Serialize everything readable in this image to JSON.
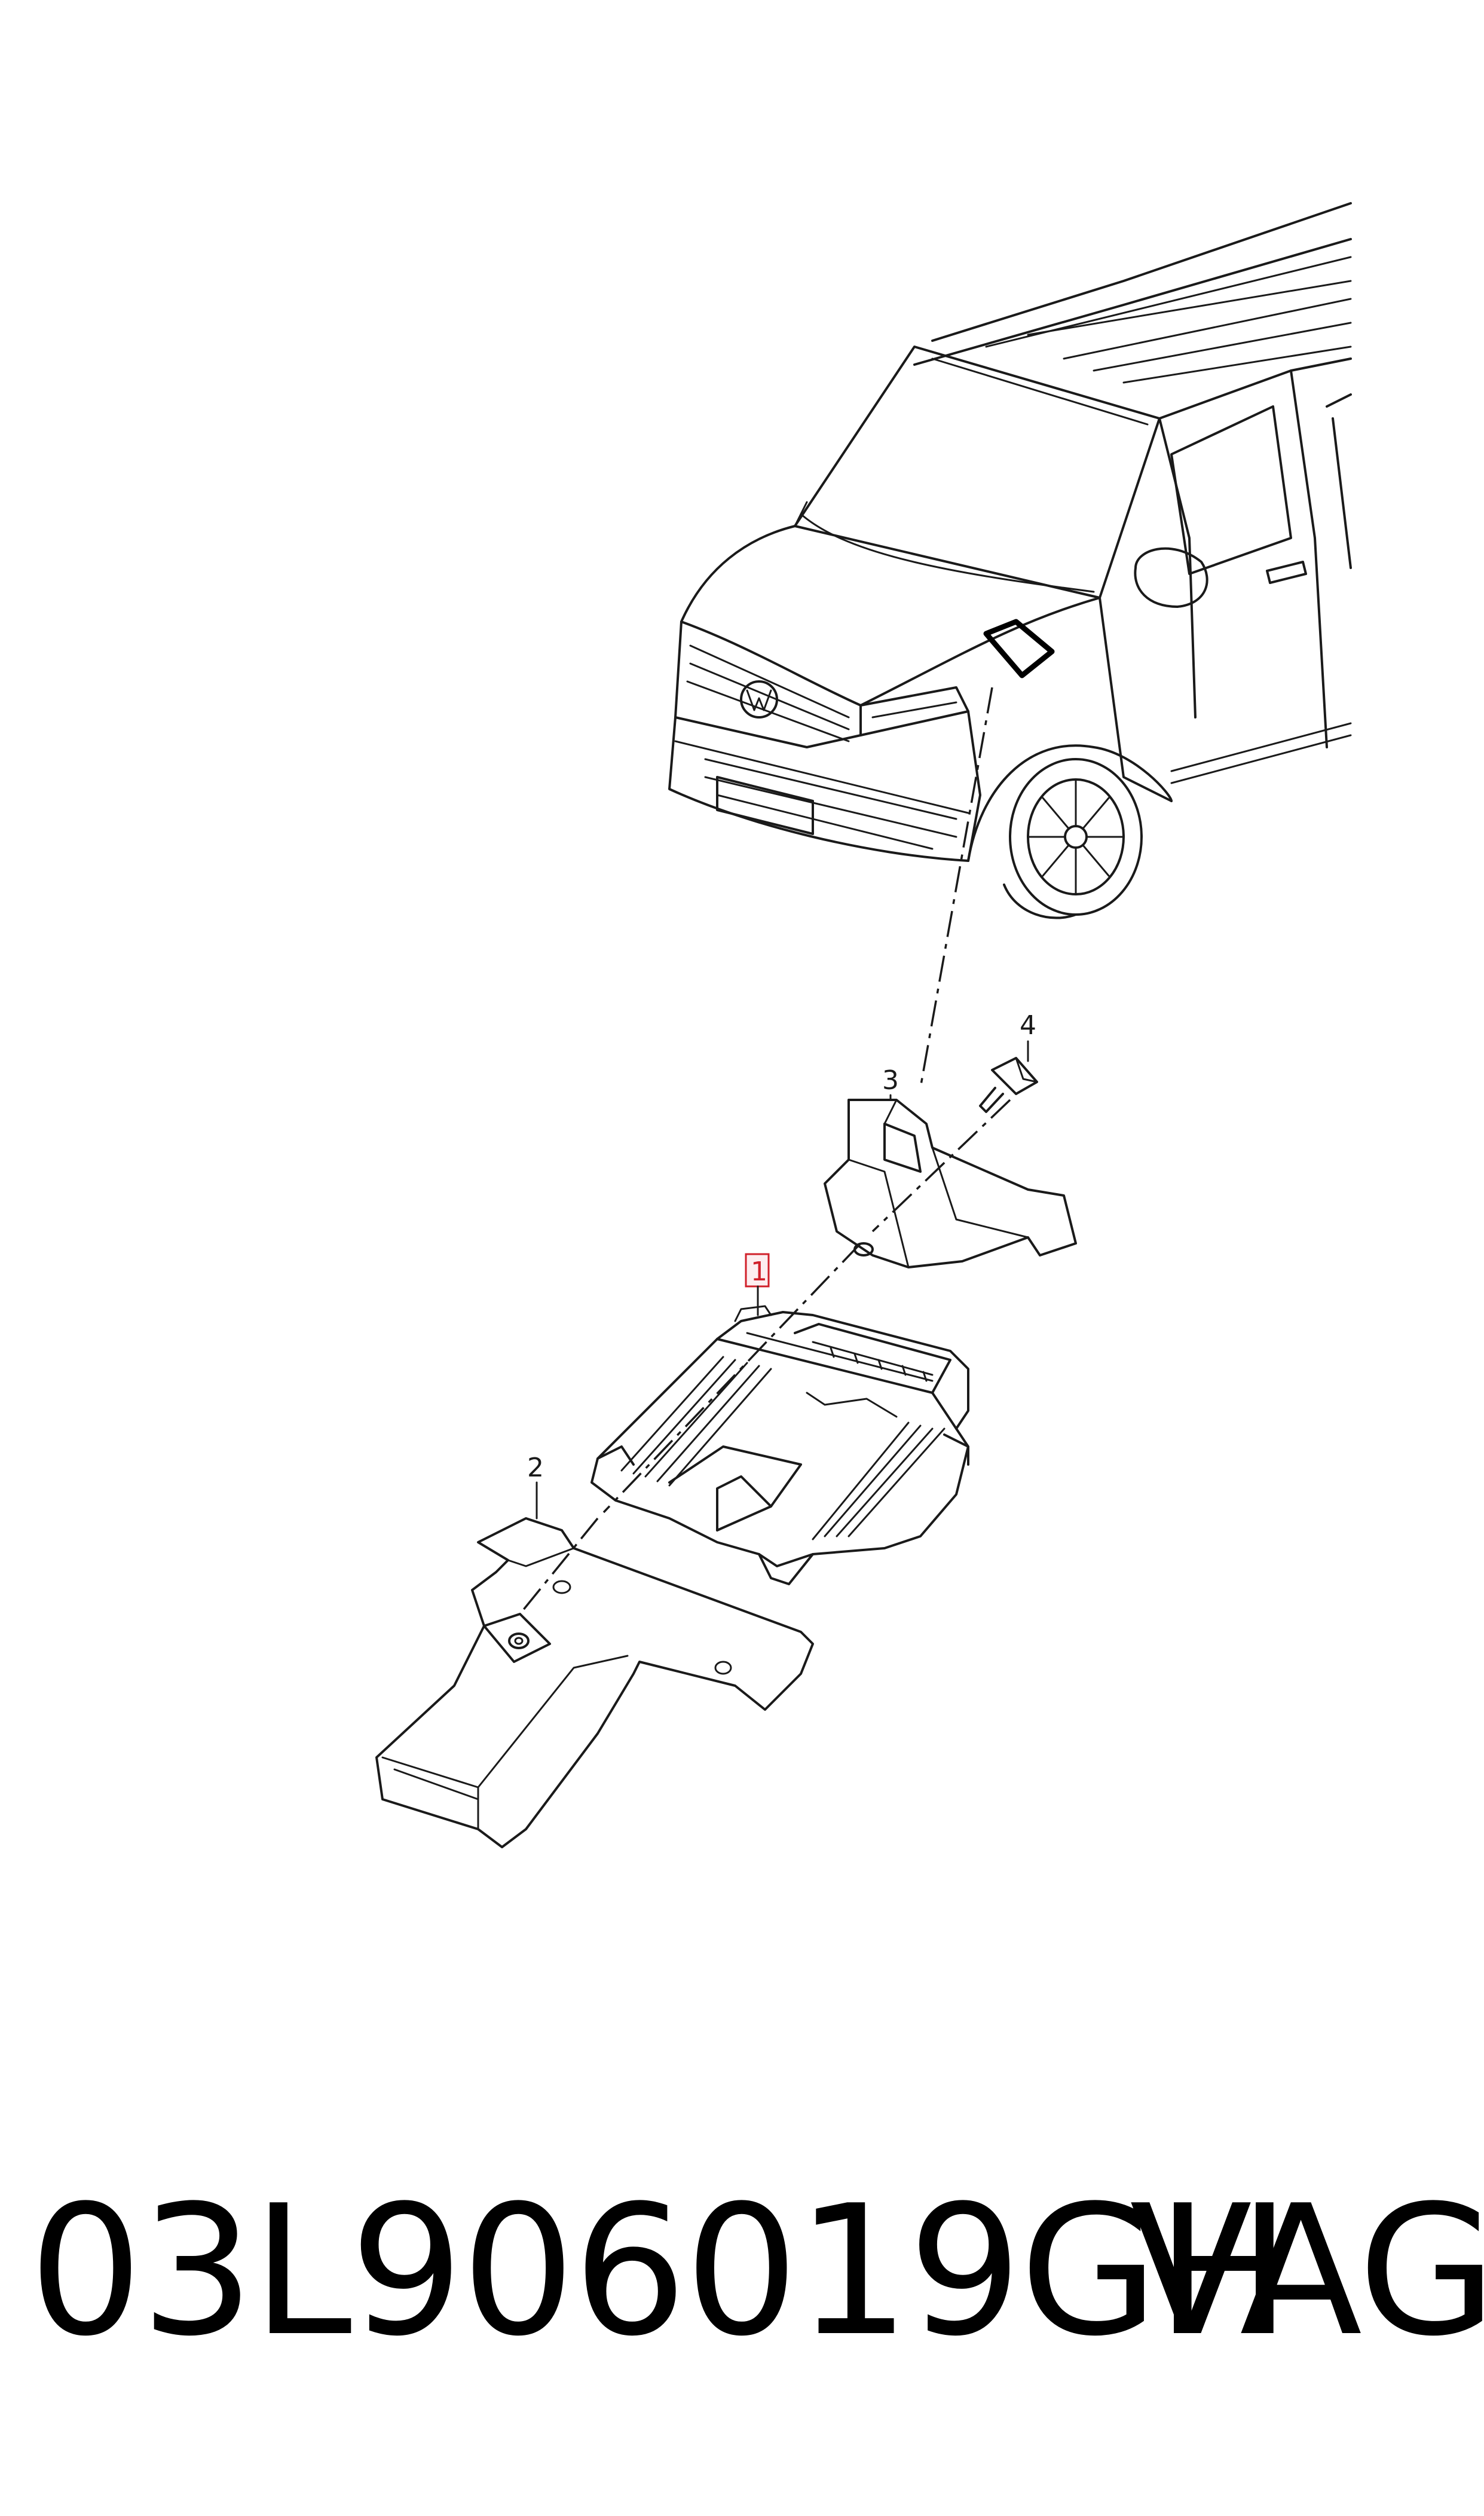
{
  "diagram": {
    "callouts": [
      {
        "id": "1",
        "label": "1",
        "highlighted": true
      },
      {
        "id": "2",
        "label": "2",
        "highlighted": false
      },
      {
        "id": "3",
        "label": "3",
        "highlighted": false
      },
      {
        "id": "4",
        "label": "4",
        "highlighted": false
      }
    ],
    "highlight_color": "#d0202a",
    "line_color": "#1a1a1a"
  },
  "footer": {
    "part_number": "03L906019GH",
    "brand": "VAG"
  }
}
